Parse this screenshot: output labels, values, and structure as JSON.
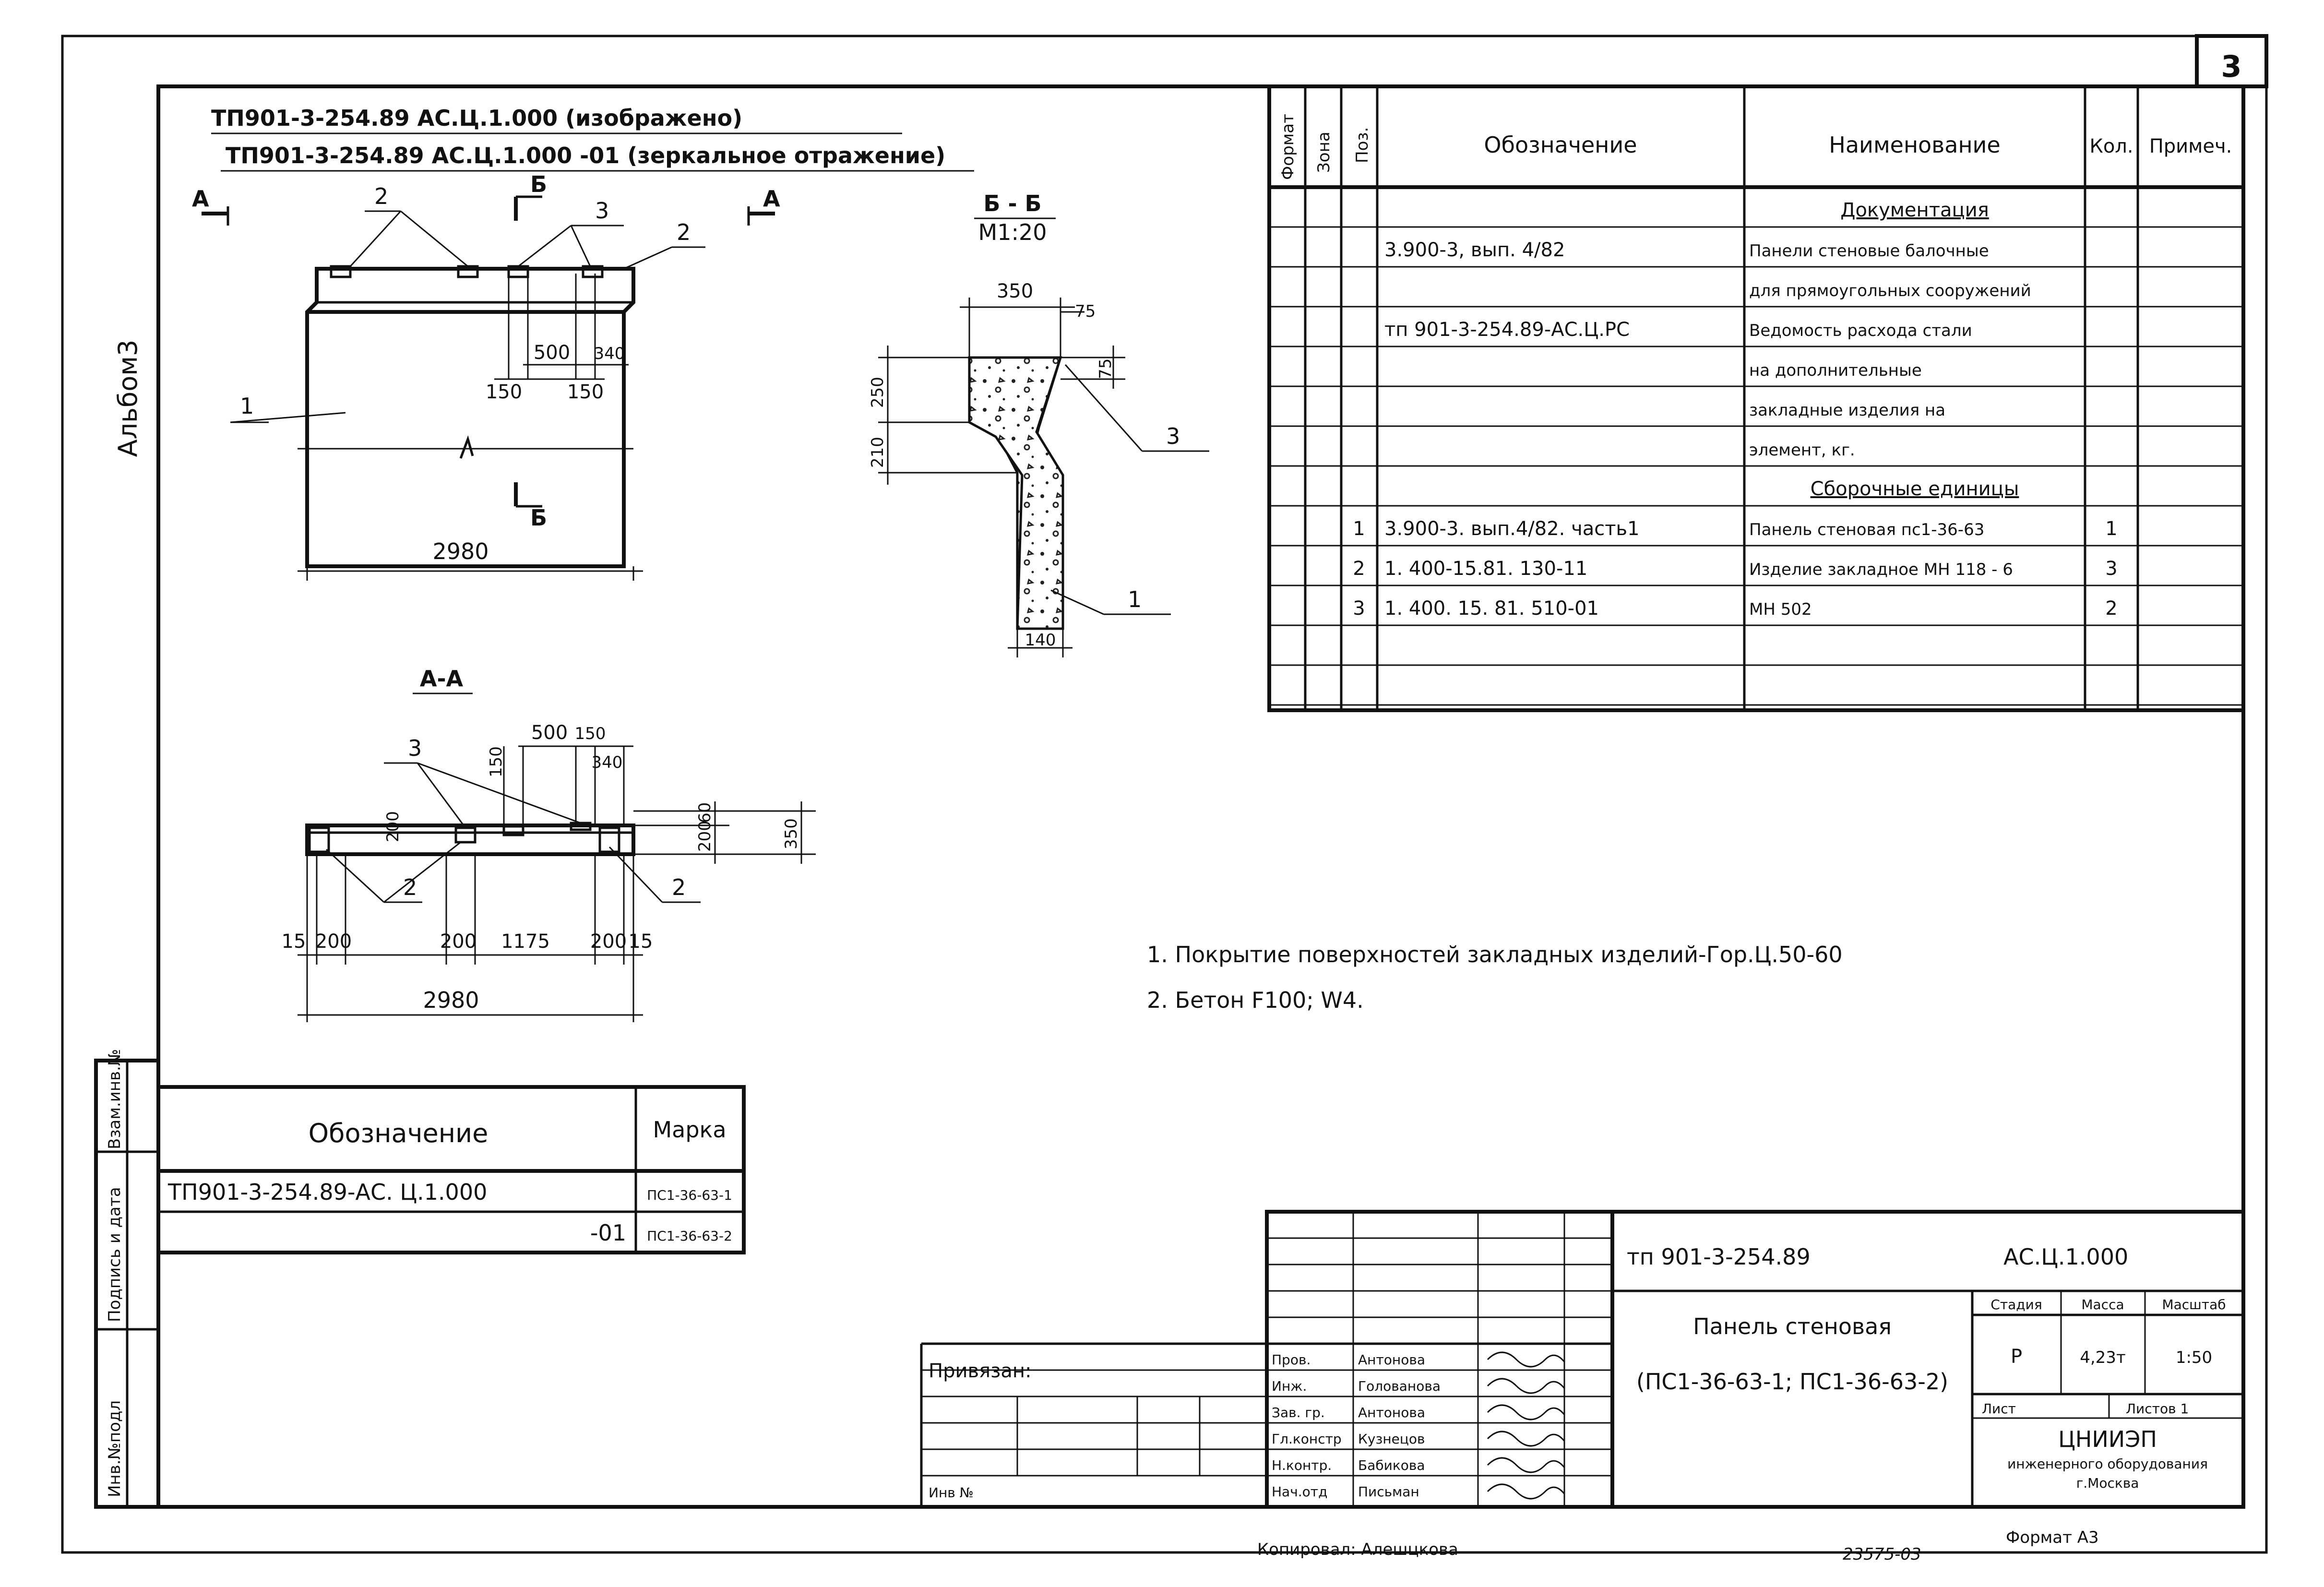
{
  "sheet": {
    "sheet_number": "3",
    "album_label": "Альбом3",
    "title_line1": "ТП901-3-254.89  АС.Ц.1.000  (изображено)",
    "title_line2": "ТП901-3-254.89  АС.Ц.1.000 -01 (зеркальное отражение)"
  },
  "elevation": {
    "sec_a_left": "А",
    "sec_a_right": "А",
    "sec_b_top": "Б",
    "sec_b_bottom": "Б",
    "callout_2_left": "2",
    "callout_3": "3",
    "callout_2_right": "2",
    "callout_1": "1",
    "dim_500": "500",
    "dim_340": "340",
    "dim_150_a": "150",
    "dim_150_b": "150",
    "dim_2980": "2980"
  },
  "section_bb": {
    "title": "Б - Б",
    "scale": "М1:20",
    "dim_350": "350",
    "dim_75_top": "75",
    "dim_75_side": "75",
    "dim_250": "250",
    "dim_210": "210",
    "dim_140": "140",
    "callout_3": "3",
    "callout_1": "1"
  },
  "plan_aa": {
    "title": "А-А",
    "callout_3": "3",
    "callout_2_left": "2",
    "callout_2_right": "2",
    "dim_500": "500",
    "dim_150_top": "150",
    "dim_150_side": "150",
    "dim_340": "340",
    "dim_200_v": "200",
    "dim_60": "60",
    "dim_200_r": "200",
    "dim_350": "350",
    "dim_15_l": "15",
    "dim_200_1": "200",
    "dim_200_2": "200",
    "dim_1175": "1175",
    "dim_200_3": "200",
    "dim_15_r": "15",
    "dim_2980": "2980"
  },
  "spec_table": {
    "headers": {
      "format": "Формат",
      "zone": "Зона",
      "pos": "Поз.",
      "designation": "Обозначение",
      "name": "Наименование",
      "qty": "Кол.",
      "note": "Примеч."
    },
    "rows": [
      {
        "pos": "",
        "designation": "",
        "name": "Документация",
        "qty": "",
        "underline": true
      },
      {
        "pos": "",
        "designation": "3.900-3,  вып. 4/82",
        "name": "Панели стеновые балочные",
        "qty": ""
      },
      {
        "pos": "",
        "designation": "",
        "name": "для прямоугольных сооружений",
        "qty": ""
      },
      {
        "pos": "",
        "designation": "тп 901-3-254.89-АС.Ц.РС",
        "name": "Ведомость расхода стали",
        "qty": ""
      },
      {
        "pos": "",
        "designation": "",
        "name": "на дополнительные",
        "qty": ""
      },
      {
        "pos": "",
        "designation": "",
        "name": "закладные изделия  на",
        "qty": ""
      },
      {
        "pos": "",
        "designation": "",
        "name": "элемент, кг.",
        "qty": ""
      },
      {
        "pos": "",
        "designation": "",
        "name": "Сборочные единицы",
        "qty": "",
        "underline": true
      },
      {
        "pos": "1",
        "designation": "3.900-3. вып.4/82. часть1",
        "name": "Панель стеновая пс1-36-63",
        "qty": "1"
      },
      {
        "pos": "2",
        "designation": "1. 400-15.81. 130-11",
        "name": "Изделие закладное        МН 118 - 6",
        "qty": "3"
      },
      {
        "pos": "3",
        "designation": "1. 400. 15. 81. 510-01",
        "name": "МН 502",
        "qty": "2"
      },
      {
        "pos": "",
        "designation": "",
        "name": "",
        "qty": ""
      },
      {
        "pos": "",
        "designation": "",
        "name": "",
        "qty": ""
      }
    ]
  },
  "notes": [
    "1. Покрытие  поверхностей  закладных  изделий-Гор.Ц.50-60",
    "2. Бетон  F100; W4."
  ],
  "marks_table": {
    "header_designation": "Обозначение",
    "header_mark": "Марка",
    "rows": [
      {
        "designation": "ТП901-3-254.89-АС. Ц.1.000",
        "mark": "ПС1-36-63-1"
      },
      {
        "designation": "-01",
        "mark": "ПС1-36-63-2"
      }
    ]
  },
  "left_strip": {
    "inv_podl": "Инв.№подл",
    "podpis": "Подпись и дата",
    "vzam": "Взам.инв.№"
  },
  "title_block": {
    "privyazan": "Привязан:",
    "inv_no": "Инв №",
    "project_no": "тп 901-3-254.89",
    "doc_code": "АС.Ц.1.000",
    "name_line1": "Панель стеновая",
    "name_line2": "(ПС1-36-63-1; ПС1-36-63-2)",
    "stage_label": "Стадия",
    "mass_label": "Масса",
    "scale_label": "Масштаб",
    "stage": "Р",
    "mass": "4,23т",
    "scale": "1:50",
    "sheet_label": "Лист",
    "sheets_label": "Листов 1",
    "org": "ЦНИИЭП",
    "org_line2": "инженерного оборудования",
    "org_line3": "г.Москва",
    "signers": [
      {
        "role": "Пров.",
        "name": "Антонова"
      },
      {
        "role": "Инж.",
        "name": "Голованова"
      },
      {
        "role": "Зав. гр.",
        "name": "Антонова"
      },
      {
        "role": "Гл.констр",
        "name": "Кузнецов"
      },
      {
        "role": "Н.контр.",
        "name": "Бабикова"
      },
      {
        "role": "Нач.отд",
        "name": "Письман"
      }
    ]
  },
  "footer": {
    "copied": "Копировал: Алешцкова",
    "archive_no": "23575-03",
    "format": "Формат А3"
  }
}
